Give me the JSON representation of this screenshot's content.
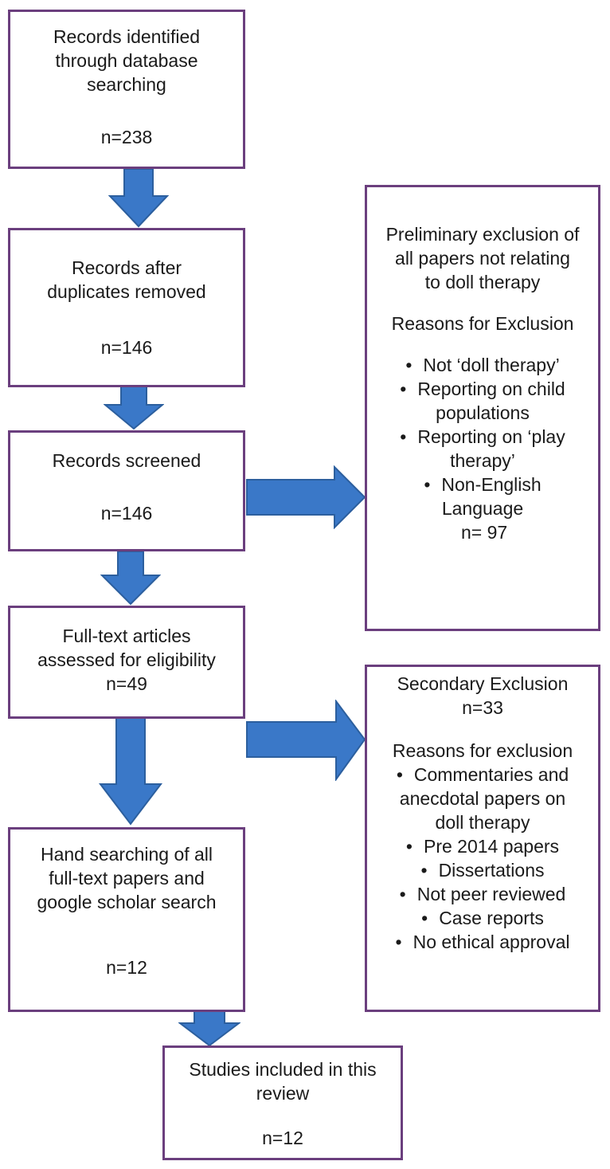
{
  "flow": {
    "identified": {
      "text_lines": [
        "Records identified",
        "through database",
        "searching"
      ],
      "count": "n=238"
    },
    "duplicates_removed": {
      "text_lines": [
        "Records after",
        "duplicates removed"
      ],
      "count": "n=146"
    },
    "screened": {
      "text_lines": [
        "Records screened"
      ],
      "count": "n=146"
    },
    "full_text": {
      "text_lines": [
        "Full-text articles",
        "assessed for eligibility"
      ],
      "count": "n=49"
    },
    "hand_search": {
      "text_lines": [
        "Hand searching of all",
        "full-text papers and",
        "google scholar search"
      ],
      "count": "n=12"
    },
    "included": {
      "text_lines": [
        "Studies included in this",
        "review"
      ],
      "count": "n=12"
    }
  },
  "preliminary_exclusion": {
    "title_lines": [
      "Preliminary exclusion of",
      "all papers not relating",
      "to doll therapy"
    ],
    "reasons_heading": "Reasons for Exclusion",
    "reasons": [
      [
        "Not ‘doll therapy’"
      ],
      [
        "Reporting on child",
        "populations"
      ],
      [
        "Reporting on ‘play",
        "therapy’"
      ],
      [
        "Non-English",
        "Language"
      ]
    ],
    "count": "n= 97"
  },
  "secondary_exclusion": {
    "title": "Secondary Exclusion",
    "count": "n=33",
    "reasons_heading": "Reasons for exclusion",
    "reasons": [
      [
        "Commentaries and",
        "anecdotal papers on",
        "doll therapy"
      ],
      [
        "Pre 2014 papers"
      ],
      [
        "Dissertations"
      ],
      [
        "Not peer reviewed"
      ],
      [
        "Case reports"
      ],
      [
        "No ethical approval"
      ]
    ]
  },
  "bullet_symbol": "•",
  "colors": {
    "box_border": "#6b3f7e",
    "arrow_fill": "#3a78c8",
    "arrow_stroke": "#2c5f9e"
  }
}
